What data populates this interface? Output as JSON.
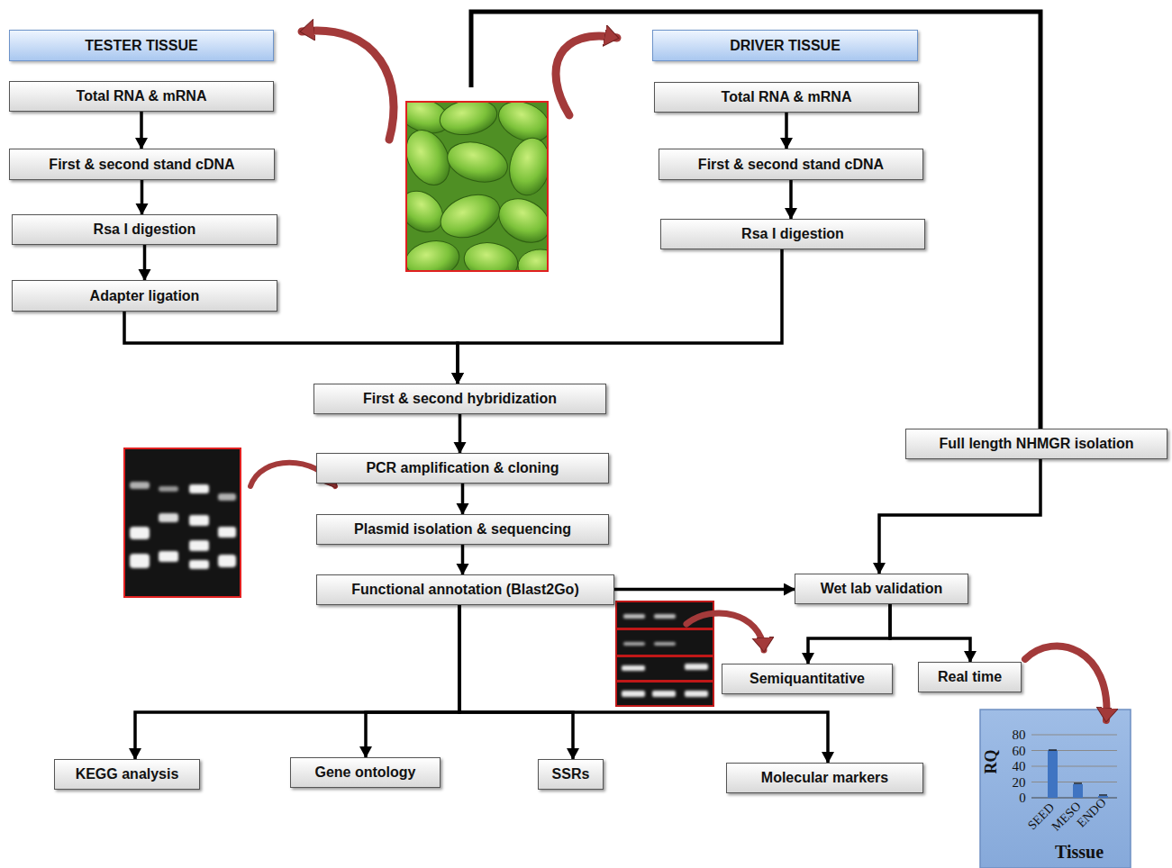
{
  "diagram": {
    "nodes": [
      {
        "text": [
          "TESTER TISSUE"
        ]
      },
      {
        "text": [
          "DRIVER TISSUE"
        ]
      },
      {
        "text": [
          "Total RNA & mRNA"
        ]
      },
      {
        "text": [
          "Total RNA & mRNA"
        ]
      },
      {
        "text": [
          "First & second stand cDNA"
        ]
      },
      {
        "text": [
          "First & second stand cDNA"
        ]
      },
      {
        "text": [
          "Rsa I digestion"
        ]
      },
      {
        "text": [
          "Rsa I digestion"
        ]
      },
      {
        "text": [
          "Adapter ligation"
        ]
      },
      {
        "text": [
          "First & second hybridization"
        ]
      },
      {
        "text": [
          "PCR amplification & cloning"
        ]
      },
      {
        "text": [
          "Full length NHMGR isolation"
        ]
      },
      {
        "text": [
          "Plasmid isolation & sequencing"
        ]
      },
      {
        "text": [
          "Functional annotation (Blast2Go)"
        ]
      },
      {
        "text": [
          "Wet lab validation"
        ]
      },
      {
        "text": [
          "Semiquantitative"
        ]
      },
      {
        "text": [
          "Real time"
        ]
      },
      {
        "text": [
          "KEGG analysis"
        ]
      },
      {
        "text": [
          "Gene ontology"
        ]
      },
      {
        "text": [
          "SSRs"
        ]
      },
      {
        "text": [
          "Molecular markers"
        ]
      }
    ],
    "edges": [
      {
        "from": 2,
        "to": 4,
        "arrow": "to"
      },
      {
        "from": 4,
        "to": 6,
        "arrow": "to"
      },
      {
        "from": 6,
        "to": 8,
        "arrow": "to"
      },
      {
        "from": 3,
        "to": 5,
        "arrow": "to"
      },
      {
        "from": 5,
        "to": 7,
        "arrow": "to"
      },
      {
        "from": 8,
        "to": 9,
        "arrow": "to"
      },
      {
        "from": 7,
        "to": 9,
        "arrow": "to"
      },
      {
        "from": 9,
        "to": 10,
        "arrow": "to"
      },
      {
        "from": 10,
        "to": 12,
        "arrow": "to"
      },
      {
        "from": 12,
        "to": 13,
        "arrow": "to"
      },
      {
        "from": 13,
        "to": 14,
        "arrow": "to"
      },
      {
        "from": 11,
        "to": 14,
        "arrow": "to"
      },
      {
        "from": 14,
        "to": 15,
        "arrow": "to"
      },
      {
        "from": 14,
        "to": 16,
        "arrow": "to"
      },
      {
        "from": 13,
        "to": 17,
        "arrow": "to"
      },
      {
        "from": 13,
        "to": 18,
        "arrow": "to"
      },
      {
        "from": 13,
        "to": 19,
        "arrow": "to"
      },
      {
        "from": 13,
        "to": 20,
        "arrow": "to"
      }
    ],
    "labels": [
      "RQ",
      "80",
      "60",
      "40",
      "20",
      "0",
      "SEED",
      "MESO",
      "ENDO",
      "Tissue"
    ]
  }
}
